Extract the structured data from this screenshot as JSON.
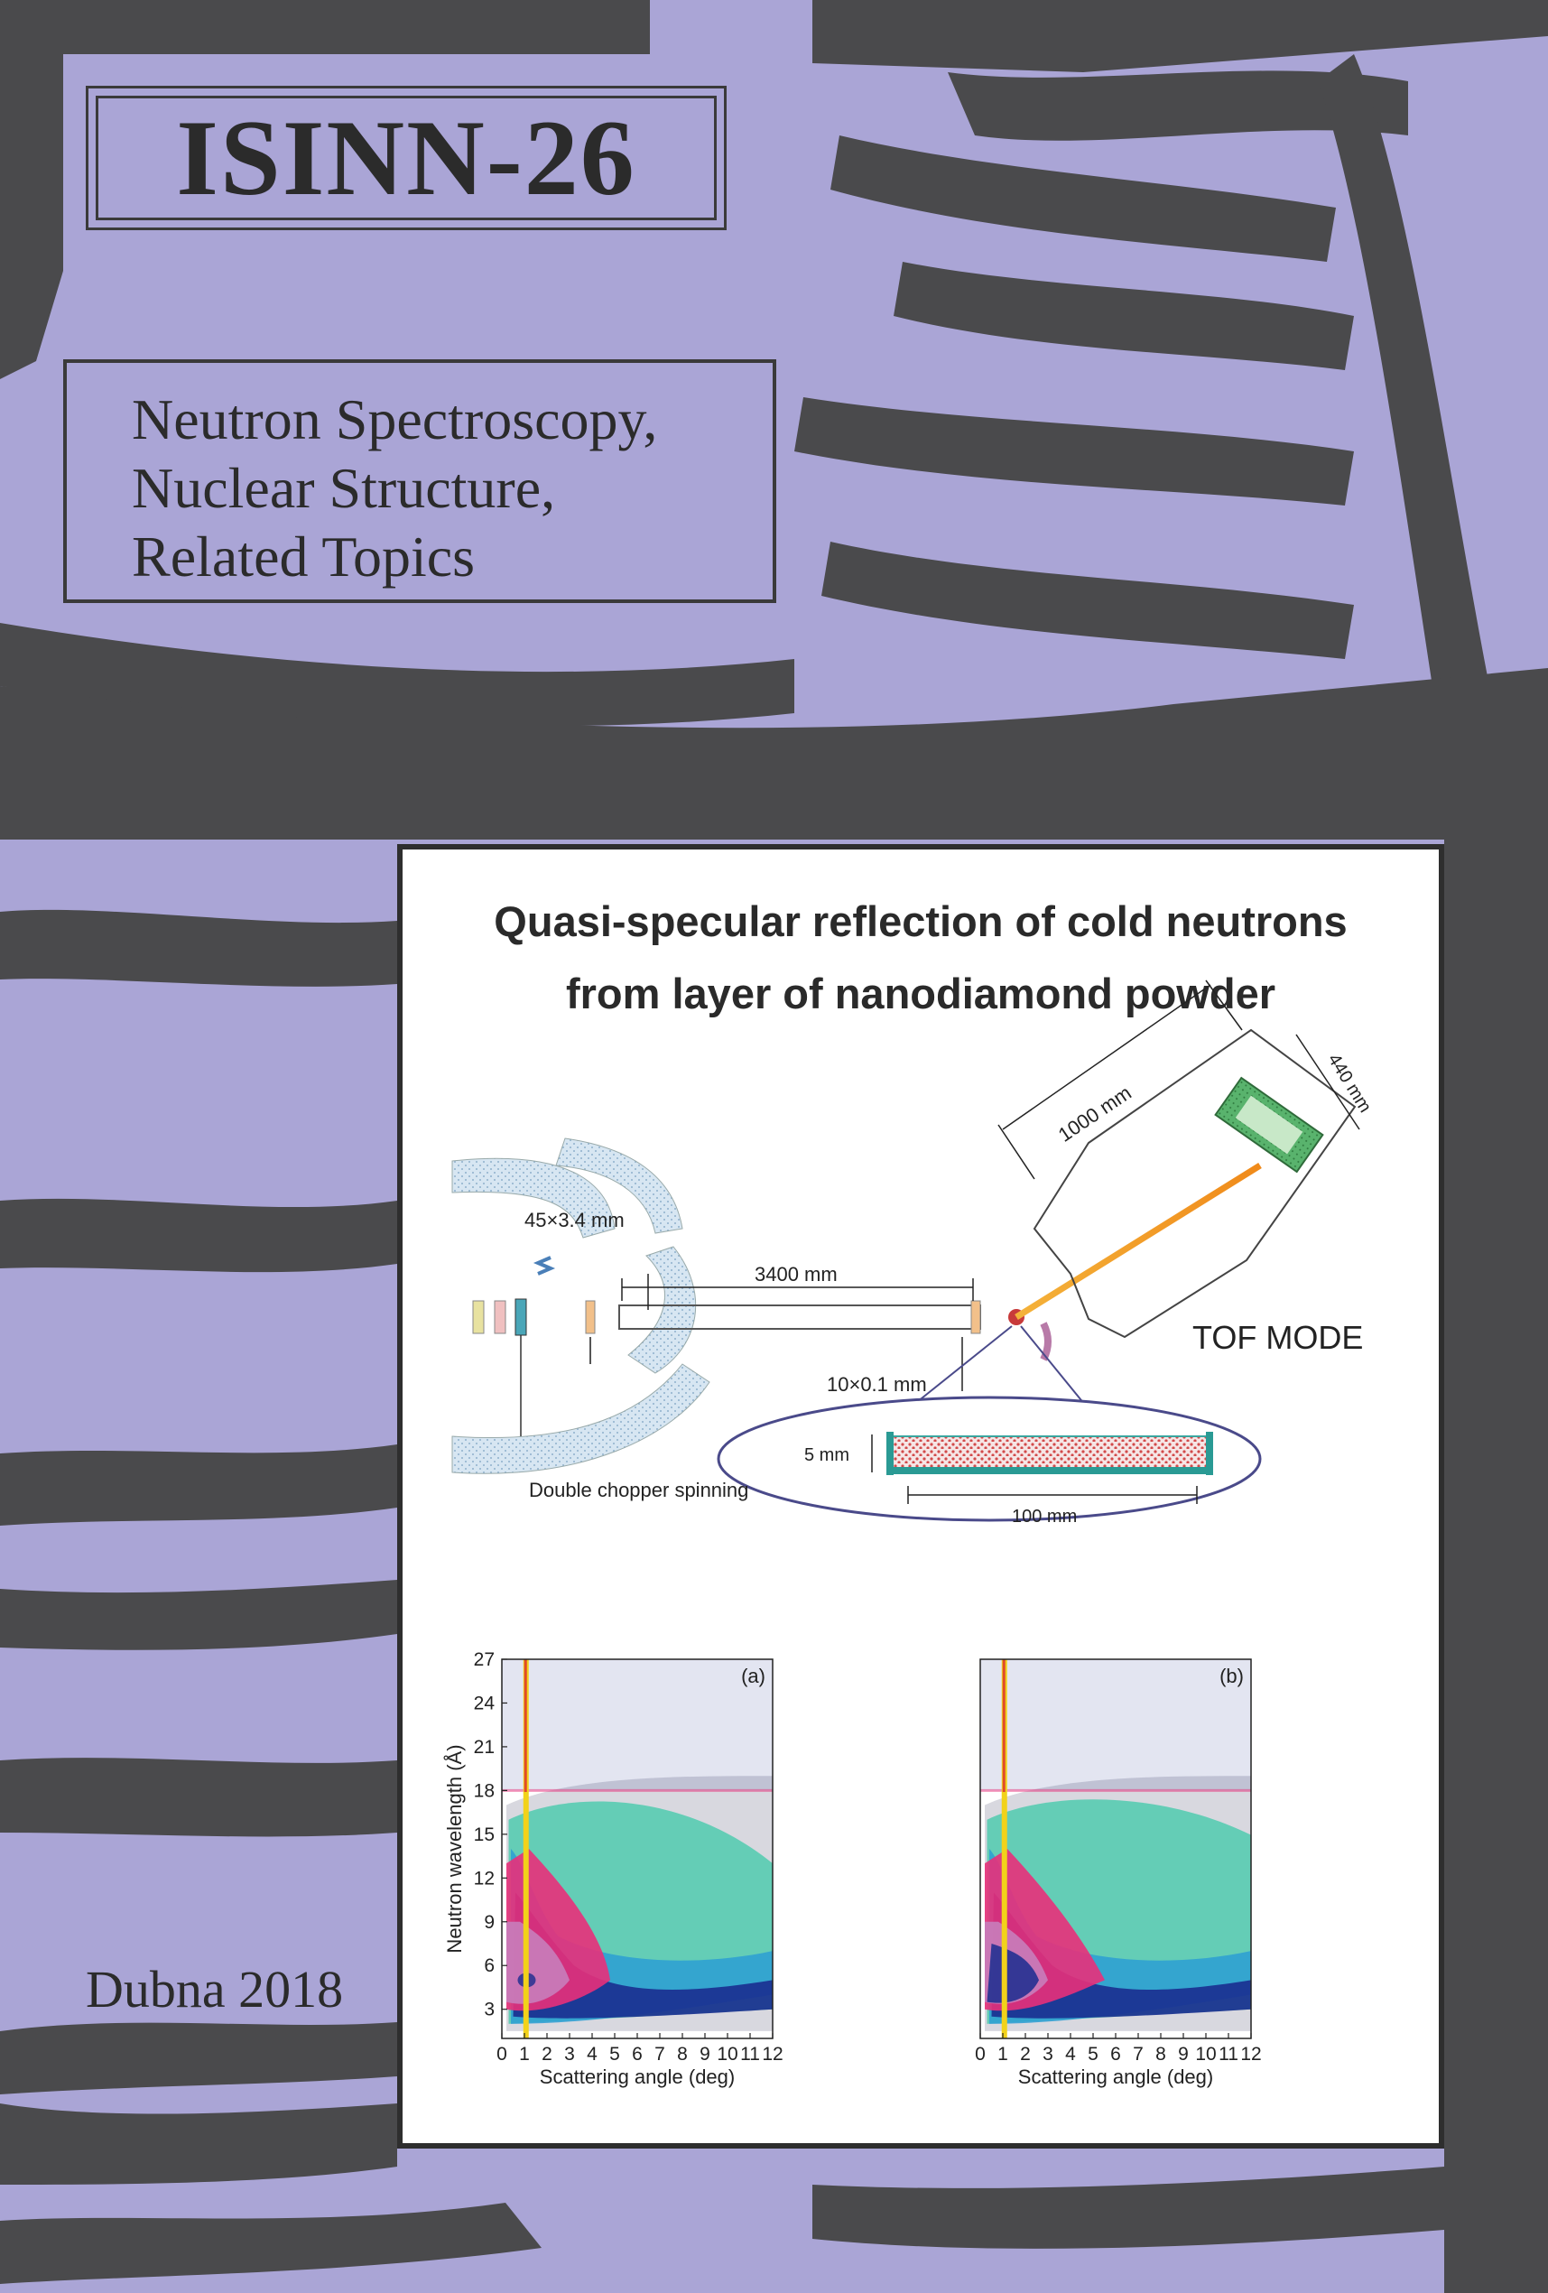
{
  "cover": {
    "title": "ISINN-26",
    "subtitle_lines": [
      "Neutron Spectroscopy,",
      "Nuclear Structure,",
      "Related Topics"
    ],
    "place_year": "Dubna 2018"
  },
  "figure": {
    "title_lines": [
      "Quasi-specular reflection of cold neutrons",
      "from layer of nanodiamond powder"
    ],
    "labels": {
      "slit1": "45×3.4 mm",
      "flight": "3400 mm",
      "detector_dist": "1000 mm",
      "detector_size": "440 mm",
      "slit2": "10×0.1 mm",
      "mode": "TOF MODE",
      "chopper": "Double chopper spinning",
      "sample_thickness": "5 mm",
      "sample_length": "100 mm"
    }
  },
  "chart_data": [
    {
      "type": "heatmap",
      "panel_label": "(a)",
      "xlabel": "Scattering angle (deg)",
      "ylabel": "Neutron wavelength (Å)",
      "xlim": [
        0,
        12
      ],
      "ylim": [
        1,
        27
      ],
      "xticks": [
        "0",
        "1",
        "2",
        "3",
        "4",
        "5",
        "6",
        "7",
        "8",
        "9",
        "10",
        "11",
        "12"
      ],
      "yticks": [
        "3",
        "6",
        "9",
        "12",
        "15",
        "18",
        "21",
        "24",
        "27"
      ]
    },
    {
      "type": "heatmap",
      "panel_label": "(b)",
      "xlabel": "Scattering angle (deg)",
      "ylabel": "",
      "xlim": [
        0,
        12
      ],
      "ylim": [
        1,
        27
      ],
      "xticks": [
        "0",
        "1",
        "2",
        "3",
        "4",
        "5",
        "6",
        "7",
        "8",
        "9",
        "10",
        "11",
        "12"
      ],
      "yticks": []
    }
  ],
  "colors": {
    "background": "#aaa5d6",
    "stripes": "#4a4a4c",
    "heatmap": [
      "#b8b8c4",
      "#1a2d8f",
      "#2b9ed4",
      "#3dc9a8",
      "#e8307a",
      "#c87ab8",
      "#f2d21a"
    ]
  }
}
